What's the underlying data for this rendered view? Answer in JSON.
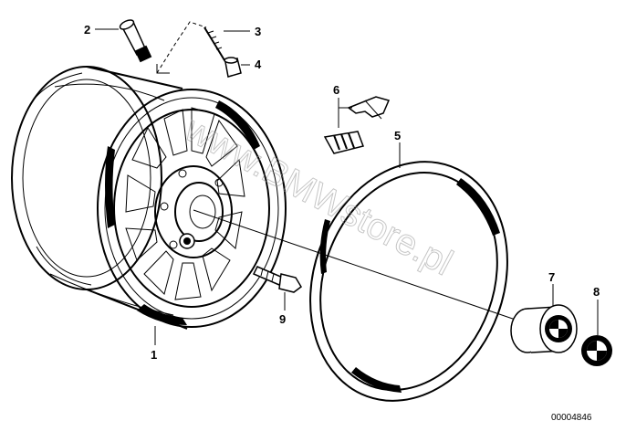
{
  "callouts": {
    "c1": "1",
    "c2": "2",
    "c3": "3",
    "c4": "4",
    "c5": "5",
    "c6": "6",
    "c7": "7",
    "c8": "8",
    "c9": "9"
  },
  "watermark": "www.BMWstore.pl",
  "diagram_code": "00004846",
  "colors": {
    "ink": "#000000",
    "paper": "#ffffff",
    "watermark": "#999999"
  }
}
